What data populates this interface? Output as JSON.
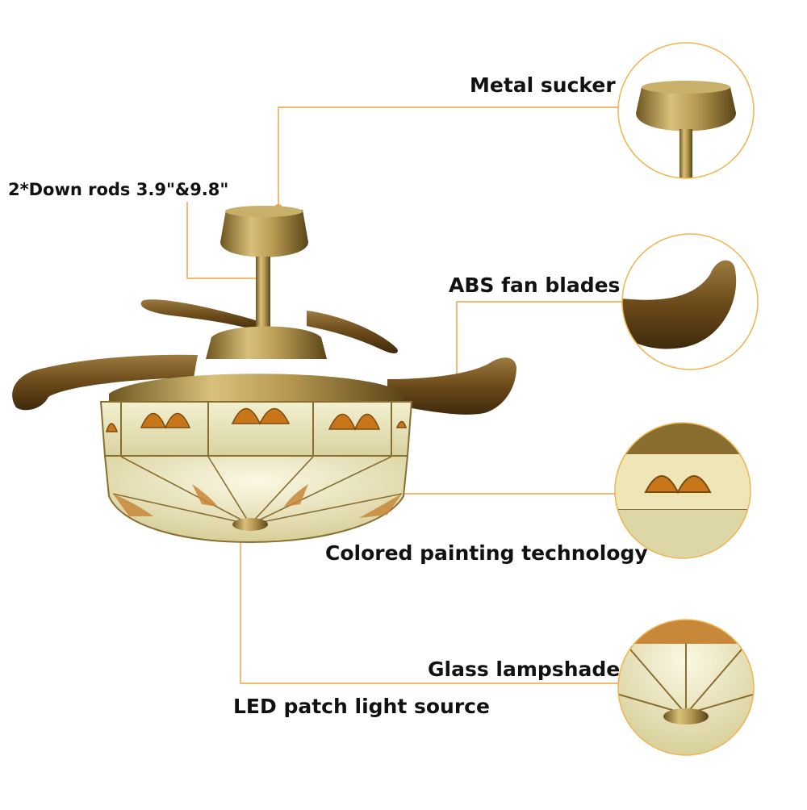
{
  "callouts": {
    "metal_sucker": "Metal sucker",
    "down_rods": "2*Down rods 3.9\"&9.8\"",
    "fan_blades": "ABS fan blades",
    "colored_painting": "Colored painting technology",
    "glass_lampshade": "Glass lampshade",
    "led_light": "LED patch light source"
  },
  "colors": {
    "leader_line": "#f0a040",
    "brass": "#b89a52",
    "brass_dark": "#6e5620",
    "blade": "#6b4a1a",
    "amber_glass": "#c8761a",
    "frosted_glass": "#e6e2b8",
    "circle_border": "#f0b450"
  }
}
